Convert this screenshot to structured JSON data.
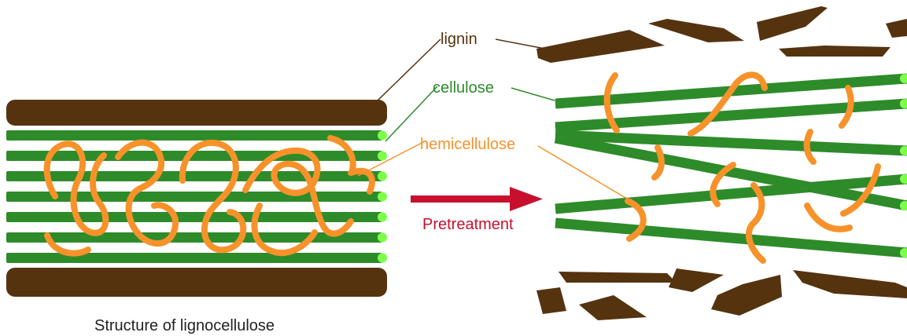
{
  "labels": {
    "lignin": "lignin",
    "cellulose": "cellulose",
    "hemicellulose": "hemicellulose",
    "pretreatment": "Pretreatment"
  },
  "caption": "Structure of lignocellulose",
  "colors": {
    "lignin": "#55330f",
    "cellulose": "#2e8b2a",
    "cellulose_tip": "#7dff4a",
    "hemicellulose": "#f7922a",
    "arrow": "#c8102e",
    "lignin_text": "#55330f",
    "cellulose_text": "#2e8b2a",
    "hemicellulose_text": "#f7922a",
    "pretreatment_text": "#c8102e",
    "caption_text": "#222222"
  }
}
